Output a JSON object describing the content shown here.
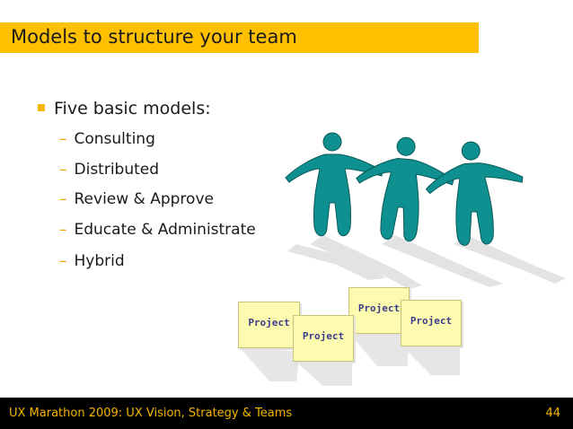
{
  "slide": {
    "title": "Models to structure your team",
    "bullet": "Five basic models:",
    "subitems": [
      "Consulting",
      "Distributed",
      "Review & Approve",
      "Educate & Administrate",
      "Hybrid"
    ],
    "notes": [
      "Project",
      "Project",
      "Project",
      "Project"
    ],
    "footer": "UX Marathon 2009: UX Vision, Strategy & Teams",
    "page": "44"
  },
  "colors": {
    "accent": "#ffc000",
    "figure": "#0f9090",
    "footer_bg": "#000000",
    "footer_text": "#f4b400"
  },
  "icons": [
    "person-figure-icon",
    "person-figure-icon",
    "person-figure-icon"
  ]
}
